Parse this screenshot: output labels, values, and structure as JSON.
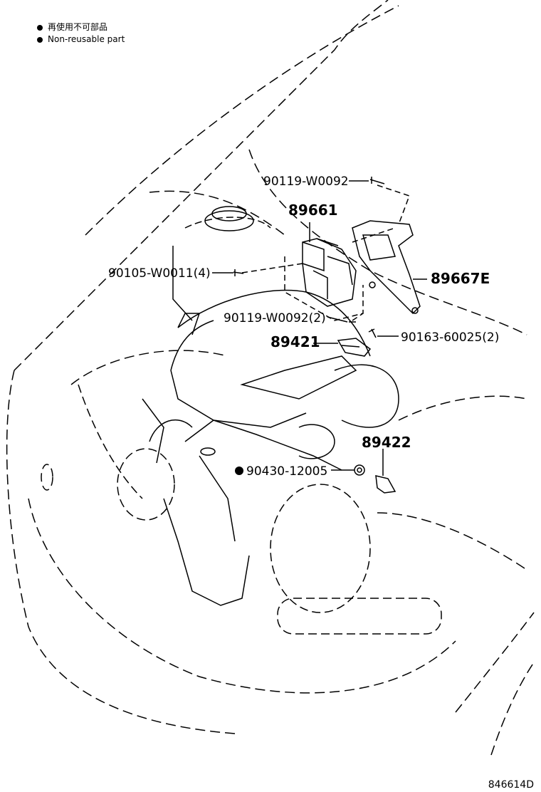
{
  "legend": {
    "items": [
      {
        "symbol": "●",
        "text": "再使用不可部品"
      },
      {
        "symbol": "●",
        "text": "Non-reusable part"
      }
    ]
  },
  "parts": {
    "p1": "90119-W0092",
    "p2": "89661",
    "p3": "90105-W0011(4)",
    "p4": "89667E",
    "p5": "90119-W0092(2)",
    "p6": "89421",
    "p7": "90163-60025(2)",
    "p8": "89422",
    "p9": "90430-12005"
  },
  "diagram_code": "846614D"
}
